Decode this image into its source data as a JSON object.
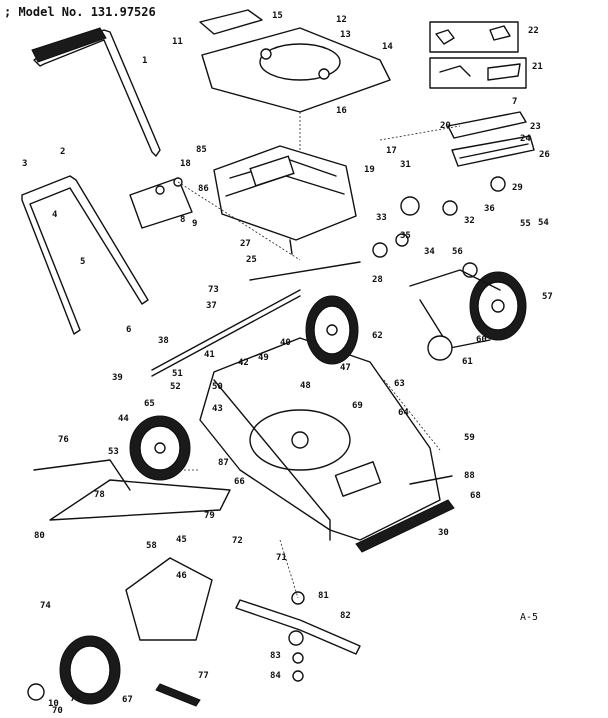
{
  "header": {
    "model_text": "; Model No. 131.97526"
  },
  "page_id": "A-5",
  "callouts": [
    "1",
    "2",
    "3",
    "4",
    "5",
    "6",
    "7",
    "8",
    "9",
    "10",
    "11",
    "12",
    "13",
    "14",
    "15",
    "16",
    "17",
    "18",
    "19",
    "20",
    "21",
    "22",
    "23",
    "24",
    "25",
    "26",
    "27",
    "28",
    "29",
    "30",
    "31",
    "32",
    "33",
    "34",
    "35",
    "36",
    "37",
    "38",
    "39",
    "40",
    "41",
    "42",
    "43",
    "44",
    "45",
    "46",
    "47",
    "48",
    "49",
    "50",
    "51",
    "52",
    "53",
    "54",
    "55",
    "56",
    "57",
    "58",
    "59",
    "60",
    "61",
    "62",
    "63",
    "64",
    "65",
    "66",
    "67",
    "68",
    "69",
    "70",
    "71",
    "72",
    "73",
    "74",
    "75",
    "76",
    "77",
    "78",
    "79",
    "80",
    "81",
    "82",
    "83",
    "84",
    "85",
    "86",
    "87",
    "88"
  ]
}
